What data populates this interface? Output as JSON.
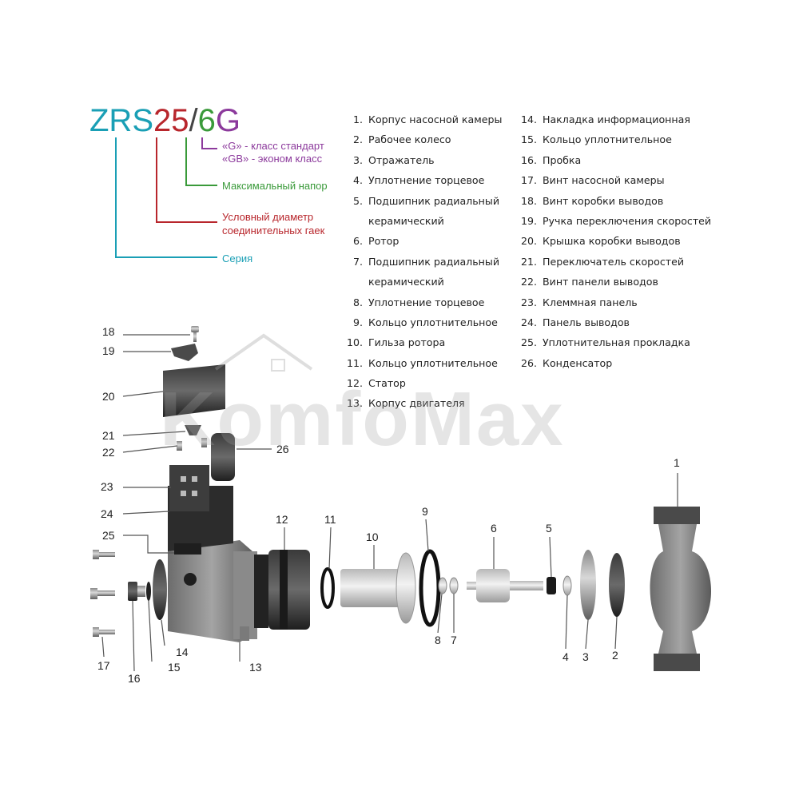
{
  "model_code": {
    "series": "ZRS",
    "diameter": "25",
    "slash": "/",
    "head": "6",
    "class": "G",
    "colors": {
      "series": "#1a9fb5",
      "diameter": "#b8262c",
      "head": "#3a9a3a",
      "class": "#8c3a9c",
      "slash": "#444444"
    }
  },
  "legend": {
    "class_g": "«G» - класс стандарт",
    "class_gb": "«GB» - эконом класс",
    "head": "Максимальный напор",
    "diameter_1": "Условный диаметр",
    "diameter_2": "соединительных гаек",
    "series": "Серия"
  },
  "parts_left": [
    {
      "num": "1.",
      "name": "Корпус насосной камеры"
    },
    {
      "num": "2.",
      "name": "Рабочее колесо"
    },
    {
      "num": "3.",
      "name": "Отражатель"
    },
    {
      "num": "4.",
      "name": "Уплотнение торцевое"
    },
    {
      "num": "5.",
      "name": "Подшипник радиальный"
    },
    {
      "num": "",
      "name": "керамический"
    },
    {
      "num": "6.",
      "name": "Ротор"
    },
    {
      "num": "7.",
      "name": "Подшипник радиальный"
    },
    {
      "num": "",
      "name": "керамический"
    },
    {
      "num": "8.",
      "name": "Уплотнение торцевое"
    },
    {
      "num": "9.",
      "name": "Кольцо уплотнительное"
    },
    {
      "num": "10.",
      "name": "Гильза ротора"
    },
    {
      "num": "11.",
      "name": "Кольцо уплотнительное"
    },
    {
      "num": "12.",
      "name": "Статор"
    },
    {
      "num": "13.",
      "name": "Корпус двигателя"
    }
  ],
  "parts_right": [
    {
      "num": "14.",
      "name": "Накладка информационная"
    },
    {
      "num": "15.",
      "name": "Кольцо уплотнительное"
    },
    {
      "num": "16.",
      "name": "Пробка"
    },
    {
      "num": "17.",
      "name": "Винт насосной камеры"
    },
    {
      "num": "18.",
      "name": "Винт коробки выводов"
    },
    {
      "num": "19.",
      "name": "Ручка переключения скоростей"
    },
    {
      "num": "20.",
      "name": "Крышка коробки выводов"
    },
    {
      "num": "21.",
      "name": "Переключатель скоростей"
    },
    {
      "num": "22.",
      "name": "Винт панели выводов"
    },
    {
      "num": "23.",
      "name": "Клеммная панель"
    },
    {
      "num": "24.",
      "name": "Панель выводов"
    },
    {
      "num": "25.",
      "name": "Уплотнительная прокладка"
    },
    {
      "num": "26.",
      "name": "Конденсатор"
    }
  ],
  "callouts": {
    "c1": "1",
    "c2": "2",
    "c3": "3",
    "c4": "4",
    "c5": "5",
    "c6": "6",
    "c7": "7",
    "c8": "8",
    "c9": "9",
    "c10": "10",
    "c11": "11",
    "c12": "12",
    "c13": "13",
    "c14": "14",
    "c15": "15",
    "c16": "16",
    "c17": "17",
    "c18": "18",
    "c19": "19",
    "c20": "20",
    "c21": "21",
    "c22": "22",
    "c23": "23",
    "c24": "24",
    "c25": "25",
    "c26": "26"
  },
  "watermark": "KomfoMax"
}
